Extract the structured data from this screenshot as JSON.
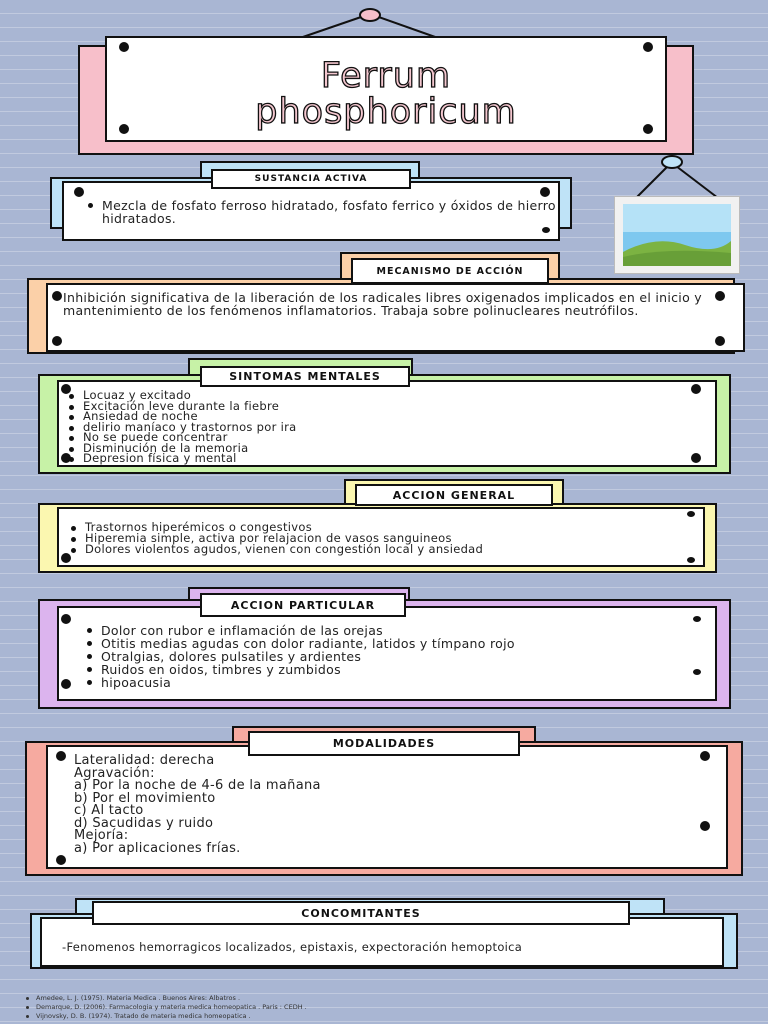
{
  "title": {
    "line1": "Ferrum",
    "line2": "phosphoricum"
  },
  "colors": {
    "background": "#a9b6d3",
    "pink": "#f7bfca",
    "blue": "#bfe3f7",
    "peach": "#fbd0a8",
    "green": "#c7f2a7",
    "yellow": "#fbf7b0",
    "purple": "#dcb4ee",
    "salmon": "#f6aaa0"
  },
  "sections": {
    "sustancia": {
      "label": "Sustancia activa",
      "items": [
        "Mezcla de fosfato ferroso hidratado, fosfato ferrico y óxidos de hierro hidratados."
      ]
    },
    "mecanismo": {
      "label": "Mecanismo de acción",
      "text": "Inhibición significativa de la liberación de los radicales libres oxigenados implicados en el inicio y mantenimiento de los fenómenos inflamatorios. Trabaja sobre polinucleares neutrófilos."
    },
    "mentales": {
      "label": "Sintomas mentales",
      "items": [
        "Locuaz y excitado",
        "Excitación leve durante la fiebre",
        "Ansiedad de noche",
        "delirio maníaco y trastornos por ira",
        "No se puede concentrar",
        "Disminución de la memoria",
        "Depresion física y mental"
      ]
    },
    "general": {
      "label": "Accion general",
      "items": [
        "Trastornos hiperémicos o congestivos",
        "Hiperemia simple, activa por relajacion de vasos sanguineos",
        "Dolores violentos agudos, vienen con congestión local y ansiedad"
      ]
    },
    "particular": {
      "label": "Accion particular",
      "items": [
        "Dolor con rubor e inflamación de las orejas",
        "Otitis medias agudas con dolor radiante, latidos y tímpano rojo",
        "Otralgias, dolores pulsatiles y ardientes",
        "Ruidos en oidos, timbres y zumbidos",
        "hipoacusia"
      ]
    },
    "modalidades": {
      "label": "Modalidades",
      "lines": [
        "Lateralidad: derecha",
        "Agravación:",
        "a) Por la noche de 4-6 de la mañana",
        "b) Por el movimiento",
        "c) Al tacto",
        "d) Sacudidas y ruido",
        "Mejoría:",
        "a) Por aplicaciones frías."
      ]
    },
    "concomitantes": {
      "label": "Concomitantes",
      "text": "-Fenomenos hemorragicos localizados, epistaxis, expectoración hemoptoica"
    }
  },
  "references": [
    "Amedee, L. J. (1975). Materia Medica . Buenos Aires: Albatros .",
    "Demarque, D. (2006). Farmacologia y materia medica homeopatica . Paris : CEDH .",
    "Vijnovsky, D. B. (1974). Tratado de materia medica homeopatica ."
  ]
}
